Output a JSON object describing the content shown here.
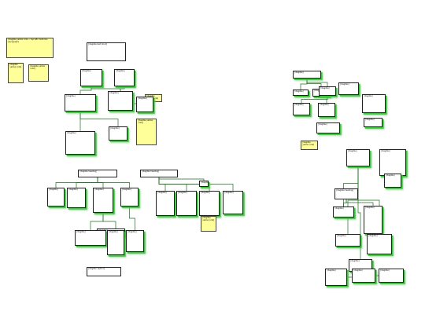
{
  "diagram": {
    "nodes": [
      {
        "id": "n1",
        "type": "note",
        "text": "[illegible yellow note — top left, multi-line paragraph]"
      },
      {
        "id": "n2",
        "type": "note",
        "text": "[illegible yellow note]"
      },
      {
        "id": "n3",
        "type": "note",
        "text": "[illegible yellow note]"
      },
      {
        "id": "n4",
        "type": "plain",
        "text": "[illegible text block]"
      },
      {
        "id": "n5",
        "type": "box",
        "text": "[illegible]"
      },
      {
        "id": "n6",
        "type": "box",
        "text": "[illegible]"
      },
      {
        "id": "n7",
        "type": "box",
        "text": "[illegible]"
      },
      {
        "id": "n8",
        "type": "box",
        "text": "[illegible]"
      },
      {
        "id": "n9",
        "type": "box",
        "text": "[illegible]"
      },
      {
        "id": "n10",
        "type": "note",
        "text": "[illegible yellow note]"
      },
      {
        "id": "n11",
        "type": "note",
        "text": "[illegible yellow note]"
      },
      {
        "id": "n12",
        "type": "box",
        "text": "[illegible]"
      },
      {
        "id": "n13",
        "type": "box",
        "text": "[illegible]"
      },
      {
        "id": "n14",
        "type": "plain",
        "text": "[illegible heading]"
      },
      {
        "id": "n15",
        "type": "plain",
        "text": "[illegible heading]"
      },
      {
        "id": "n16",
        "type": "box",
        "text": "[illegible]"
      },
      {
        "id": "n17",
        "type": "box",
        "text": "[illegible]"
      },
      {
        "id": "n18",
        "type": "box",
        "text": "[illegible]"
      },
      {
        "id": "n19",
        "type": "box",
        "text": "[illegible]"
      },
      {
        "id": "n20",
        "type": "box",
        "text": "[illegible]"
      },
      {
        "id": "n21",
        "type": "box",
        "text": "[illegible]"
      },
      {
        "id": "n22",
        "type": "box",
        "text": "[illegible]"
      },
      {
        "id": "n23",
        "type": "box",
        "text": "[illegible]"
      },
      {
        "id": "n24",
        "type": "box",
        "text": "[illegible]"
      },
      {
        "id": "n25",
        "type": "box",
        "text": "[illegible]"
      },
      {
        "id": "n26",
        "type": "box",
        "text": "[illegible]"
      },
      {
        "id": "n27",
        "type": "note",
        "text": "[illegible yellow note]"
      },
      {
        "id": "n28",
        "type": "plain",
        "text": "[illegible caption]"
      },
      {
        "id": "n29",
        "type": "box",
        "text": "[illegible]"
      },
      {
        "id": "n30",
        "type": "box",
        "text": "[illegible]"
      },
      {
        "id": "n31",
        "type": "box",
        "text": "[illegible]"
      },
      {
        "id": "n32",
        "type": "box",
        "text": "[illegible]"
      },
      {
        "id": "n33",
        "type": "box",
        "text": "[illegible]"
      },
      {
        "id": "n34",
        "type": "box",
        "text": "[illegible]"
      },
      {
        "id": "n35",
        "type": "box",
        "text": "[illegible]"
      },
      {
        "id": "n36",
        "type": "box",
        "text": "[illegible]"
      },
      {
        "id": "n37",
        "type": "box",
        "text": "[illegible]"
      },
      {
        "id": "n38",
        "type": "box",
        "text": "[illegible]"
      },
      {
        "id": "n39",
        "type": "note",
        "text": "[illegible yellow note]"
      },
      {
        "id": "n40",
        "type": "box",
        "text": "[illegible]"
      },
      {
        "id": "n41",
        "type": "box",
        "text": "[illegible]"
      },
      {
        "id": "n42",
        "type": "plain",
        "text": "[illegible heading]"
      },
      {
        "id": "n43",
        "type": "box",
        "text": "[illegible]"
      },
      {
        "id": "n44",
        "type": "box",
        "text": "[illegible]"
      },
      {
        "id": "n45",
        "type": "box",
        "text": "[illegible]"
      },
      {
        "id": "n46",
        "type": "box",
        "text": "[illegible]"
      },
      {
        "id": "n47",
        "type": "box",
        "text": "[illegible]"
      },
      {
        "id": "n48",
        "type": "box",
        "text": "[illegible]"
      },
      {
        "id": "n49",
        "type": "box",
        "text": "[illegible]"
      },
      {
        "id": "n50",
        "type": "box",
        "text": "[illegible]"
      },
      {
        "id": "n51",
        "type": "box",
        "text": "[illegible]"
      },
      {
        "id": "n52",
        "type": "box",
        "text": "[illegible]"
      },
      {
        "id": "n53",
        "type": "box",
        "text": "[illegible]"
      }
    ],
    "edges": [
      [
        "n5",
        "n7"
      ],
      [
        "n5",
        "n8"
      ],
      [
        "n6",
        "n8"
      ],
      [
        "n7",
        "n9"
      ],
      [
        "n7",
        "n12"
      ],
      [
        "n8",
        "n13"
      ],
      [
        "n14",
        "n16"
      ],
      [
        "n14",
        "n17"
      ],
      [
        "n14",
        "n18"
      ],
      [
        "n14",
        "n19"
      ],
      [
        "n18",
        "n21"
      ],
      [
        "n18",
        "n22"
      ],
      [
        "n19",
        "n23"
      ],
      [
        "n15",
        "n24"
      ],
      [
        "n15",
        "n25"
      ],
      [
        "n15",
        "n26"
      ],
      [
        "n15",
        "n29"
      ],
      [
        "n15",
        "n30"
      ],
      [
        "n31",
        "n32"
      ],
      [
        "n31",
        "n33"
      ],
      [
        "n31",
        "n34"
      ],
      [
        "n34",
        "n35"
      ],
      [
        "n34",
        "n36"
      ],
      [
        "n42",
        "n43"
      ],
      [
        "n42",
        "n44"
      ],
      [
        "n43",
        "n45"
      ],
      [
        "n45",
        "n48"
      ],
      [
        "n45",
        "n49"
      ],
      [
        "n45",
        "n50"
      ],
      [
        "n46",
        "n47"
      ],
      [
        "n51",
        "n52"
      ],
      [
        "n52",
        "n53"
      ]
    ]
  }
}
